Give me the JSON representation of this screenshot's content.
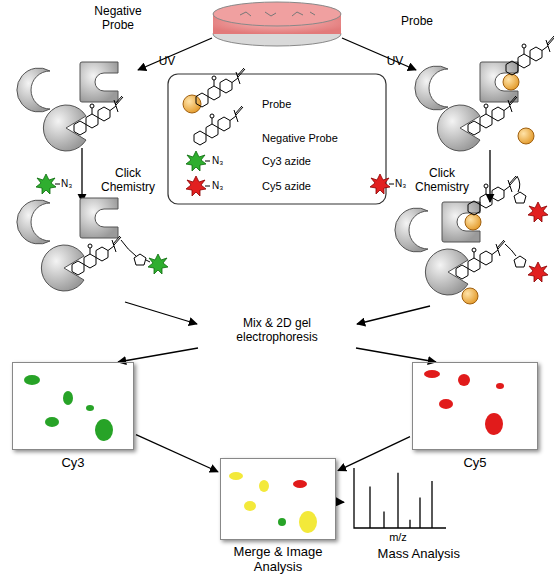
{
  "diagram": {
    "nodes": [
      {
        "text": [
          "Cy3"
        ]
      },
      {
        "text": [
          "Cy5"
        ]
      },
      {
        "text": [
          "Merge & Image Analysis"
        ]
      },
      {
        "text": [
          "m/z",
          "Mass Analysis"
        ]
      }
    ],
    "edges": [
      {
        "from": 0,
        "to": 2,
        "arrow": "to"
      },
      {
        "from": 1,
        "to": 2,
        "arrow": "to"
      },
      {
        "from": 2,
        "to": 3,
        "arrow": "to"
      }
    ],
    "labels": [
      "Negative Probe",
      "UV",
      "Probe",
      "UV",
      "Click Chemistry",
      "Click Chemistry",
      "Mix & 2D gel electrophoresis",
      "N₃",
      "N₃",
      "N₃",
      "N₃"
    ],
    "legend": [
      {
        "text": "Probe"
      },
      {
        "text": "Negative Probe"
      },
      {
        "text": "Cy3 azide"
      },
      {
        "text": "Cy5 azide"
      }
    ]
  }
}
